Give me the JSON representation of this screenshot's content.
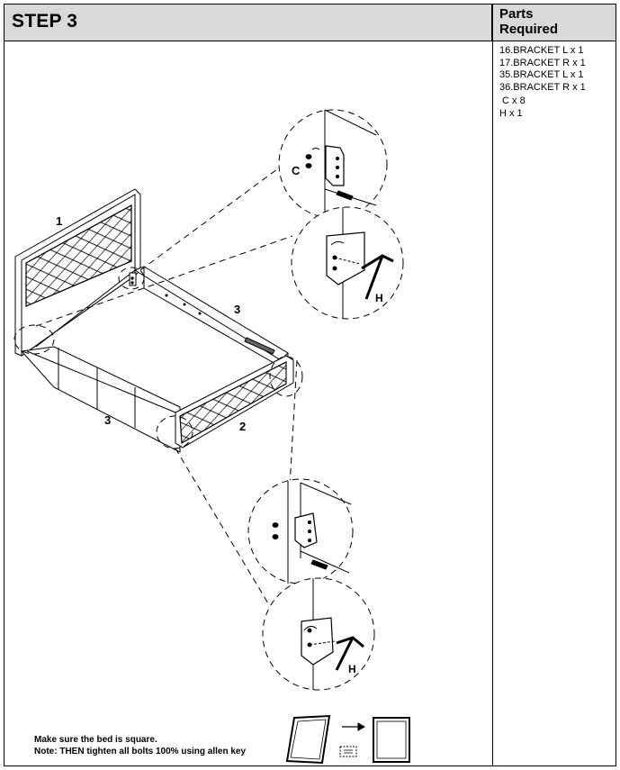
{
  "header": {
    "title": "STEP 3"
  },
  "parts": {
    "title_line1": "Parts",
    "title_line2": "Required",
    "items": [
      "16.BRACKET L x 1",
      "17.BRACKET R x 1",
      "35.BRACKET L x 1",
      "36.BRACKET R x 1",
      " C x 8",
      "H x 1"
    ]
  },
  "diagram": {
    "callouts": [
      "1",
      "3",
      "3",
      "2",
      "C",
      "H",
      "H"
    ]
  },
  "note": {
    "line1": "Make sure the bed is square.",
    "line2": "Note: THEN tighten all bolts 100% using allen key"
  }
}
